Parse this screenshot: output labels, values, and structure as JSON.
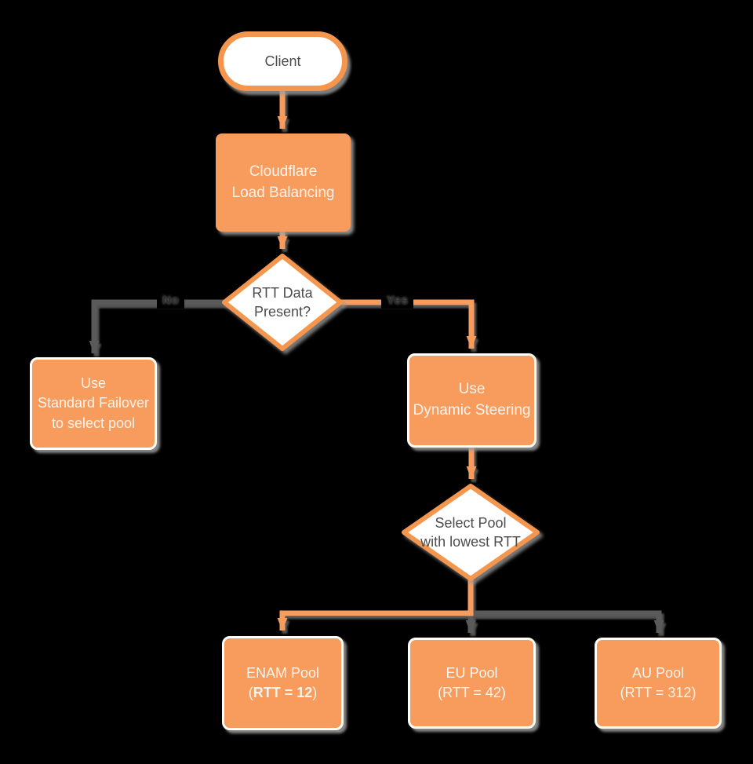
{
  "canvas": {
    "background": "#000000",
    "accent_orange": "#F89C5E",
    "line_gray": "#5A5A5A",
    "shadow_gray": "#9E9E9E"
  },
  "nodes": {
    "client": {
      "label": "Client"
    },
    "load_balancer": {
      "line1": "Cloudflare",
      "line2": "Load Balancing"
    },
    "rtt_decision": {
      "line1": "RTT Data",
      "line2": "Present?"
    },
    "standard_failover": {
      "line1": "Use",
      "line2": "Standard Failover",
      "line3": "to select pool"
    },
    "dynamic_steering": {
      "line1": "Use",
      "line2": "Dynamic Steering"
    },
    "pool_decision": {
      "line1": "Select Pool",
      "line2": "with lowest RTT"
    },
    "enam_pool": {
      "name": "ENAM Pool",
      "rtt_prefix": "(",
      "rtt_value": "RTT = 12",
      "rtt_suffix": ")"
    },
    "eu_pool": {
      "name": "EU Pool",
      "rtt": "(RTT = 42)"
    },
    "au_pool": {
      "name": "AU Pool",
      "rtt": "(RTT = 312)"
    }
  },
  "edges": {
    "no_label": "No",
    "yes_label": "Yes"
  }
}
